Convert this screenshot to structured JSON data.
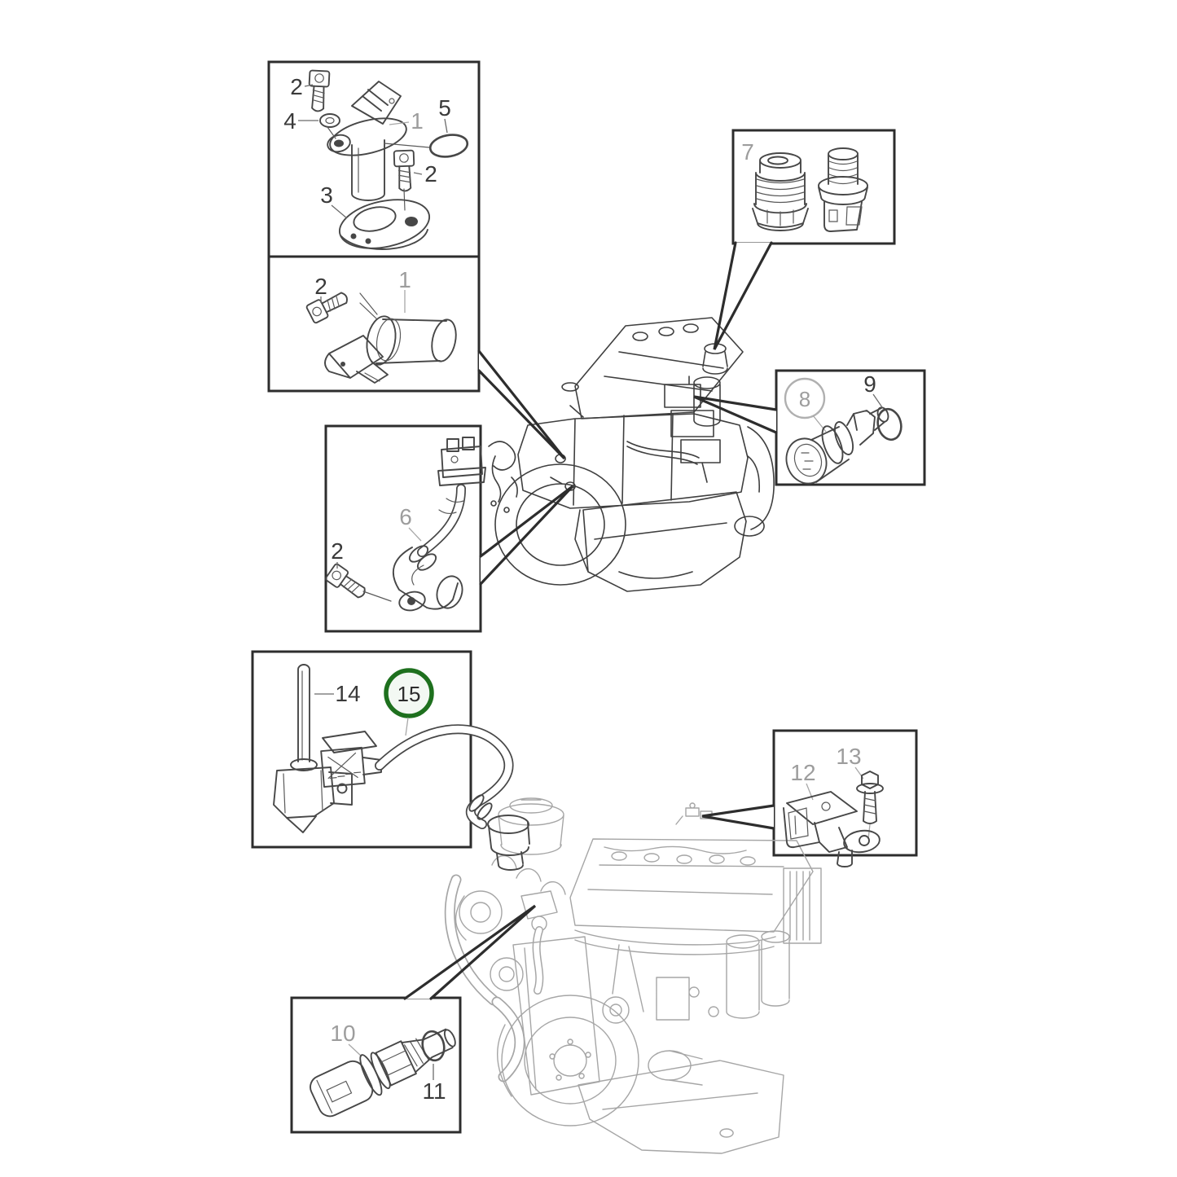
{
  "diagram": {
    "type": "exploded-parts-diagram",
    "subject": "engine sensor locations",
    "selected_callout": "15"
  },
  "colors": {
    "box_border": "#2d2d2d",
    "part_line": "#474747",
    "engine_top_line": "#3f3f3f",
    "engine_bottom_line": "#a6a6a6",
    "dark_label": "#3a3a3a",
    "muted_label": "#9d9d9d",
    "highlight_ring": "#1e701e",
    "muted_ring": "#b0b0b0"
  },
  "labels": {
    "cam_bolt_upper": "2",
    "cam_washer": "4",
    "cam_sensor": "1",
    "cam_oring": "5",
    "cam_bolt_lower": "2",
    "cam_flange": "3",
    "speed_bolt": "2",
    "speed_sensor": "1",
    "crank_sensor": "6",
    "crank_bolt": "2",
    "plug_pair": "7",
    "pressure_sensor": "8",
    "pressure_oring": "9",
    "temp_sensor": "10",
    "temp_oring": "11",
    "map_sensor": "12",
    "map_bolt": "13",
    "oil_level_sensor": "14",
    "position_sensor": "15"
  }
}
